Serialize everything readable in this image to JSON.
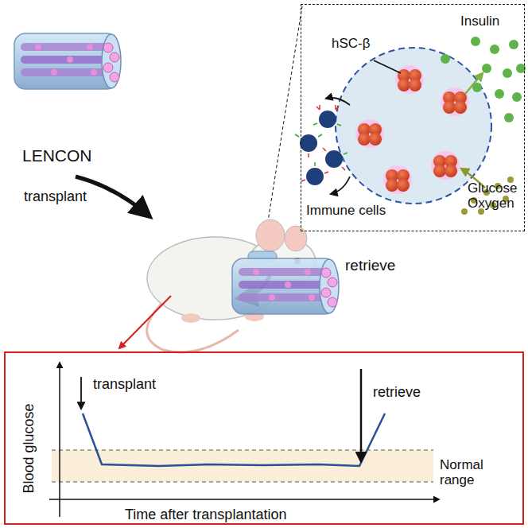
{
  "diagram": {
    "nodes": [
      {
        "text": [
          "LENCON"
        ]
      },
      {
        "text": [
          "retrieve"
        ]
      },
      {
        "text": [
          "hSC-β",
          "Insulin",
          "Immune cells",
          "Glucose Oxygen"
        ]
      },
      {
        "text": [
          "transplant",
          "retrieve",
          "Normal range",
          "Blood glucose",
          "Time after transplantation"
        ]
      }
    ],
    "labels": [
      "transplant"
    ]
  }
}
